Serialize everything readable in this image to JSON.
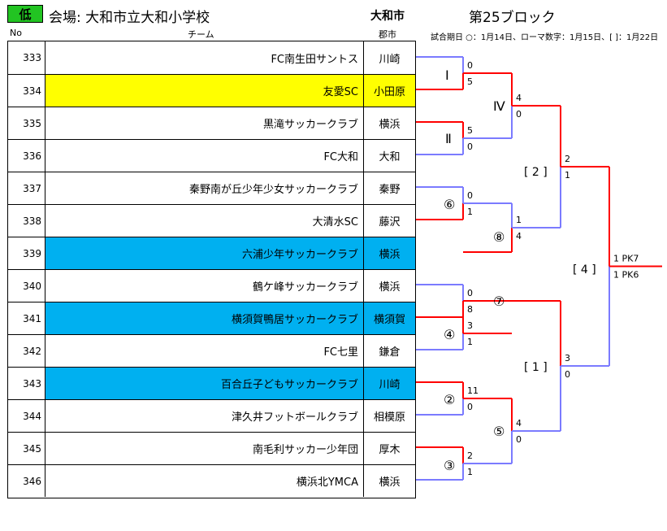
{
  "header": {
    "level": "低",
    "venue": "会場: 大和市立大和小学校",
    "city": "大和市",
    "block": "第25ブロック",
    "col_no": "No",
    "col_team": "チーム",
    "col_district": "郡市",
    "note": "試合期日 ○：1月14日、ローマ数字：1月15日、[ ]：1月22日"
  },
  "colors": {
    "winner": "#ff0000",
    "loser": "#7b7bff",
    "yellow": "#ffff00",
    "blue": "#00b0f0"
  },
  "teams": [
    {
      "no": "333",
      "name": "FC南生田サントス",
      "district": "川崎",
      "hl": ""
    },
    {
      "no": "334",
      "name": "友愛SC",
      "district": "小田原",
      "hl": "yellow"
    },
    {
      "no": "335",
      "name": "黒滝サッカークラブ",
      "district": "横浜",
      "hl": ""
    },
    {
      "no": "336",
      "name": "FC大和",
      "district": "大和",
      "hl": ""
    },
    {
      "no": "337",
      "name": "秦野南が丘少年少女サッカークラブ",
      "district": "秦野",
      "hl": ""
    },
    {
      "no": "338",
      "name": "大清水SC",
      "district": "藤沢",
      "hl": ""
    },
    {
      "no": "339",
      "name": "六浦少年サッカークラブ",
      "district": "横浜",
      "hl": "blue"
    },
    {
      "no": "340",
      "name": "鶴ケ峰サッカークラブ",
      "district": "横浜",
      "hl": ""
    },
    {
      "no": "341",
      "name": "横須賀鴨居サッカークラブ",
      "district": "横須賀",
      "hl": "blue"
    },
    {
      "no": "342",
      "name": "FC七里",
      "district": "鎌倉",
      "hl": ""
    },
    {
      "no": "343",
      "name": "百合丘子どもサッカークラブ",
      "district": "川崎",
      "hl": "blue"
    },
    {
      "no": "344",
      "name": "津久井フットボールクラブ",
      "district": "相模原",
      "hl": ""
    },
    {
      "no": "345",
      "name": "南毛利サッカー少年団",
      "district": "厚木",
      "hl": ""
    },
    {
      "no": "346",
      "name": "横浜北YMCA",
      "district": "横浜",
      "hl": ""
    }
  ],
  "matches": [
    {
      "label": "Ⅰ",
      "top_score": "0",
      "bottom_score": "5"
    },
    {
      "label": "Ⅱ",
      "top_score": "5",
      "bottom_score": "0"
    },
    {
      "label": "⑥",
      "top_score": "0",
      "bottom_score": "1"
    },
    {
      "label": "⑦",
      "top_score": "0",
      "bottom_score": "8"
    },
    {
      "label": "④",
      "top_score": "3",
      "bottom_score": "1"
    },
    {
      "label": "②",
      "top_score": "11",
      "bottom_score": "0"
    },
    {
      "label": "③",
      "top_score": "2",
      "bottom_score": "1"
    },
    {
      "label": "Ⅳ",
      "top_score": "4",
      "bottom_score": "0"
    },
    {
      "label": "⑧",
      "top_score": "1",
      "bottom_score": "4"
    },
    {
      "label": "⑤",
      "top_score": "4",
      "bottom_score": "0"
    },
    {
      "label": "[ 2 ]",
      "top_score": "2",
      "bottom_score": "1"
    },
    {
      "label": "[ 1 ]",
      "top_score": "3",
      "bottom_score": "0"
    },
    {
      "label": "[ 4 ]",
      "top_score": "1 PK7",
      "bottom_score": "1 PK6"
    }
  ]
}
